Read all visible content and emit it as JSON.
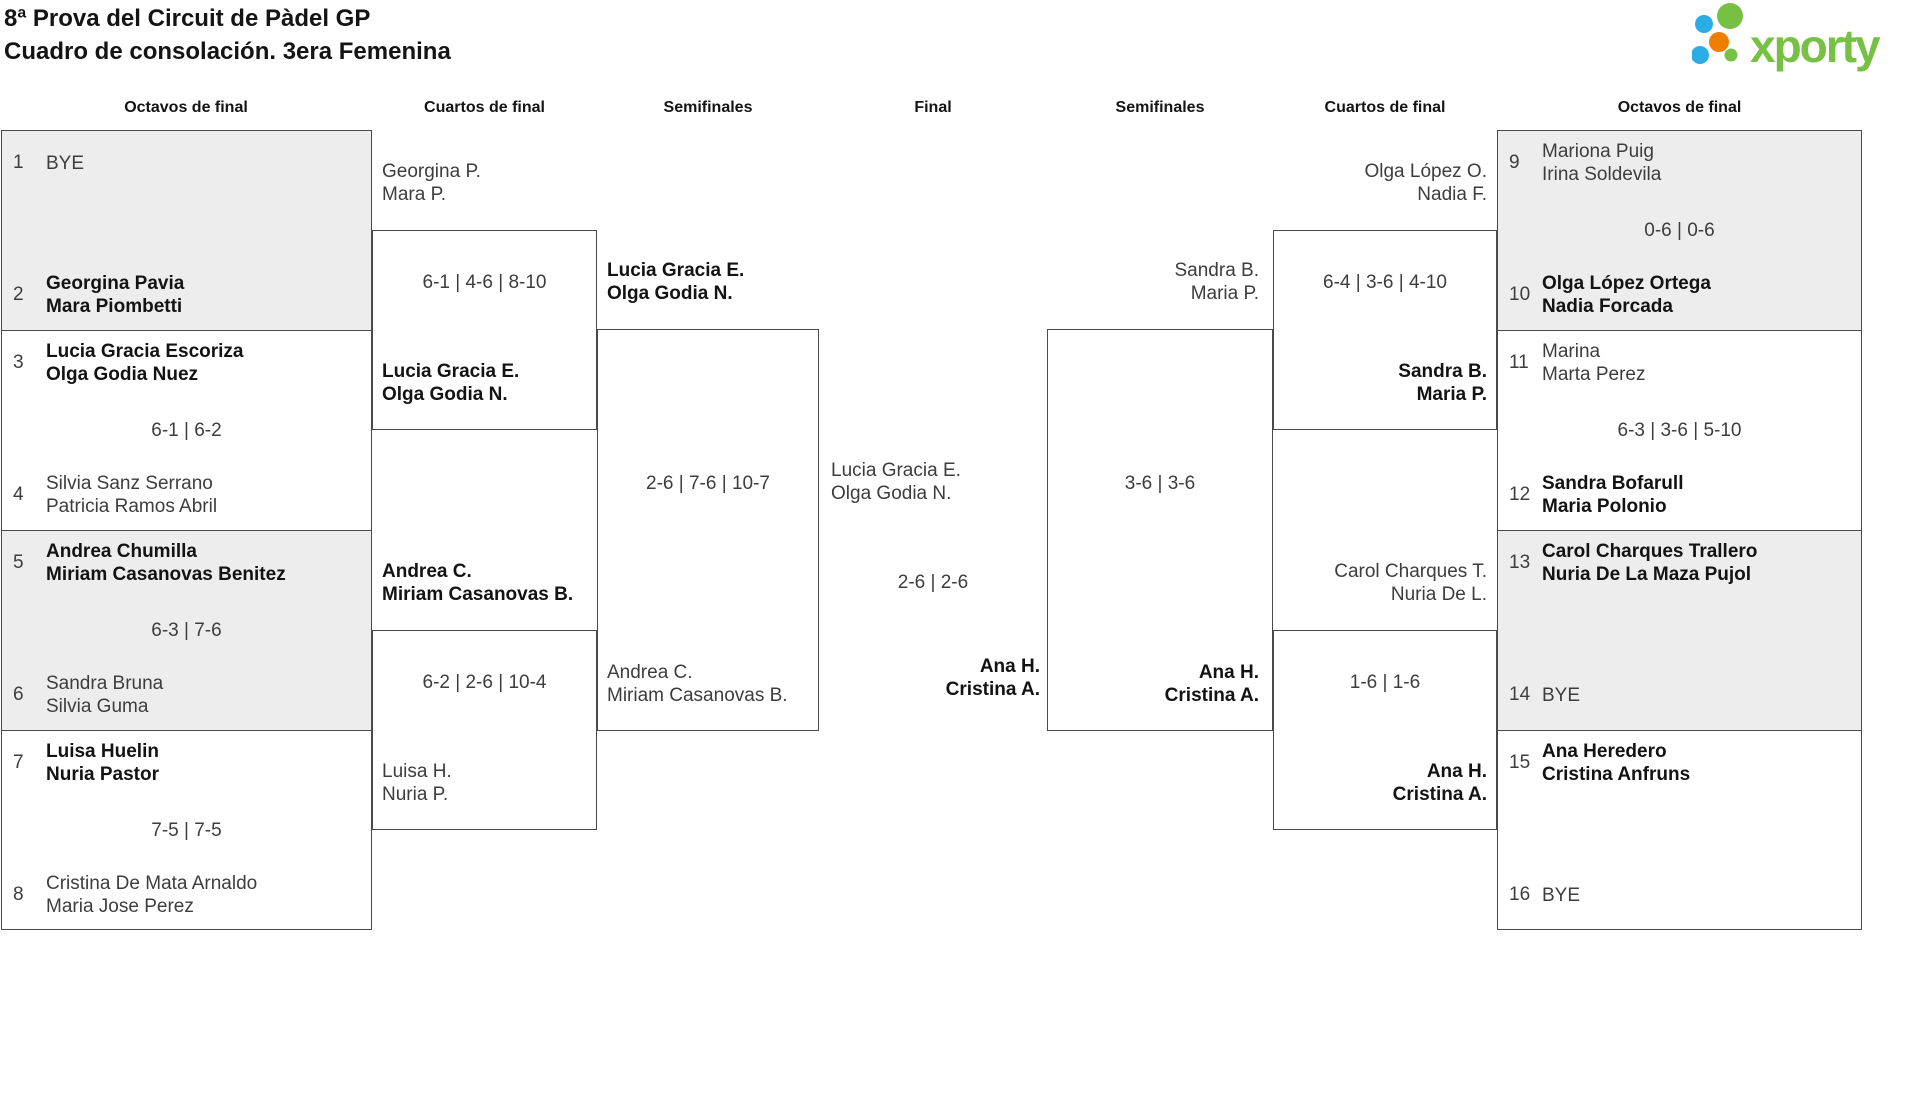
{
  "title": {
    "line1": "8ª Prova del Circuit de Pàdel GP",
    "line2": "Cuadro de consolación. 3era Femenina"
  },
  "logo": {
    "text": "xporty",
    "colors": {
      "green": "#76c043",
      "blue": "#2bace2",
      "orange": "#ef7d00"
    }
  },
  "round_headers": {
    "r16_left": "Octavos de final",
    "qf_left": "Cuartos de final",
    "sf_left": "Semifinales",
    "final": "Final",
    "sf_right": "Semifinales",
    "qf_right": "Cuartos de final",
    "r16_right": "Octavos de final"
  },
  "r16": {
    "l1": {
      "top": {
        "seed": "1",
        "line1": "BYE",
        "line2": "",
        "winner": false
      },
      "score": "",
      "bottom": {
        "seed": "2",
        "line1": "Georgina Pavia",
        "line2": "Mara Piombetti",
        "winner": true
      }
    },
    "l2": {
      "top": {
        "seed": "3",
        "line1": "Lucia Gracia Escoriza",
        "line2": "Olga Godia Nuez",
        "winner": true
      },
      "score": "6-1 | 6-2",
      "bottom": {
        "seed": "4",
        "line1": "Silvia Sanz Serrano",
        "line2": "Patricia Ramos Abril",
        "winner": false
      }
    },
    "l3": {
      "top": {
        "seed": "5",
        "line1": "Andrea Chumilla",
        "line2": "Miriam Casanovas Benitez",
        "winner": true
      },
      "score": "6-3 | 7-6",
      "bottom": {
        "seed": "6",
        "line1": "Sandra Bruna",
        "line2": "Silvia Guma",
        "winner": false
      }
    },
    "l4": {
      "top": {
        "seed": "7",
        "line1": "Luisa Huelin",
        "line2": "Nuria Pastor",
        "winner": true
      },
      "score": "7-5 | 7-5",
      "bottom": {
        "seed": "8",
        "line1": "Cristina De Mata Arnaldo",
        "line2": "Maria Jose Perez",
        "winner": false
      }
    },
    "r1": {
      "top": {
        "seed": "9",
        "line1": "Mariona Puig",
        "line2": "Irina Soldevila",
        "winner": false
      },
      "score": "0-6 | 0-6",
      "bottom": {
        "seed": "10",
        "line1": "Olga López Ortega",
        "line2": "Nadia Forcada",
        "winner": true
      }
    },
    "r2": {
      "top": {
        "seed": "11",
        "line1": "Marina",
        "line2": "Marta Perez",
        "winner": false
      },
      "score": "6-3 | 3-6 | 5-10",
      "bottom": {
        "seed": "12",
        "line1": "Sandra Bofarull",
        "line2": "Maria Polonio",
        "winner": true
      }
    },
    "r3": {
      "top": {
        "seed": "13",
        "line1": "Carol Charques Trallero",
        "line2": "Nuria De La Maza Pujol",
        "winner": true
      },
      "score": "",
      "bottom": {
        "seed": "14",
        "line1": "BYE",
        "line2": "",
        "winner": false
      }
    },
    "r4": {
      "top": {
        "seed": "15",
        "line1": "Ana Heredero",
        "line2": "Cristina Anfruns",
        "winner": true
      },
      "score": "",
      "bottom": {
        "seed": "16",
        "line1": "BYE",
        "line2": "",
        "winner": false
      }
    }
  },
  "qf": {
    "l_top": {
      "top": {
        "line1": "Georgina P.",
        "line2": "Mara P.",
        "winner": false
      },
      "score": "6-1 | 4-6 | 8-10",
      "bottom": {
        "line1": "Lucia Gracia E.",
        "line2": "Olga Godia N.",
        "winner": true
      }
    },
    "l_bottom": {
      "top": {
        "line1": "Andrea C.",
        "line2": "Miriam Casanovas B.",
        "winner": true
      },
      "score": "6-2 | 2-6 | 10-4",
      "bottom": {
        "line1": "Luisa H.",
        "line2": "Nuria P.",
        "winner": false
      }
    },
    "r_top": {
      "top": {
        "line1": "Olga López O.",
        "line2": "Nadia F.",
        "winner": false
      },
      "score": "6-4 | 3-6 | 4-10",
      "bottom": {
        "line1": "Sandra B.",
        "line2": "Maria P.",
        "winner": true
      }
    },
    "r_bottom": {
      "top": {
        "line1": "Carol Charques T.",
        "line2": "Nuria De L.",
        "winner": false
      },
      "score": "1-6 | 1-6",
      "bottom": {
        "line1": "Ana H.",
        "line2": "Cristina A.",
        "winner": true
      }
    }
  },
  "sf": {
    "left": {
      "top": {
        "line1": "Lucia Gracia E.",
        "line2": "Olga Godia N.",
        "winner": true
      },
      "score": "2-6 | 7-6 | 10-7",
      "bottom": {
        "line1": "Andrea C.",
        "line2": "Miriam Casanovas B.",
        "winner": false
      }
    },
    "right": {
      "top": {
        "line1": "Sandra B.",
        "line2": "Maria P.",
        "winner": false
      },
      "score": "3-6 | 3-6",
      "bottom": {
        "line1": "Ana H.",
        "line2": "Cristina A.",
        "winner": true
      }
    }
  },
  "final": {
    "left": {
      "line1": "Lucia Gracia E.",
      "line2": "Olga Godia N.",
      "winner": false
    },
    "score": "2-6 | 2-6",
    "right": {
      "line1": "Ana H.",
      "line2": "Cristina A.",
      "winner": true
    }
  }
}
